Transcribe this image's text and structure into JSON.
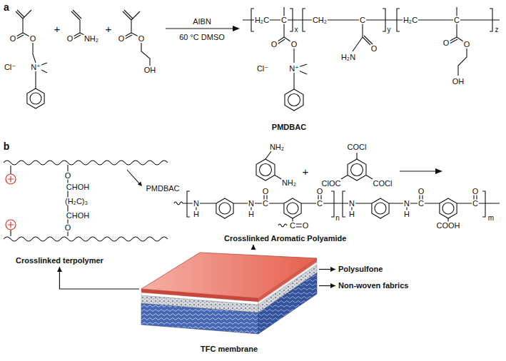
{
  "diagram": {
    "nodes": [
      {
        "text": [
          "Crosslinked terpolymer"
        ]
      },
      {
        "text": [
          "Crosslinked Aromatic Polyamide"
        ]
      },
      {
        "text": [
          "TFC membrane"
        ]
      },
      {
        "text": [
          "Polysulfone"
        ]
      },
      {
        "text": [
          "Non-woven fabrics"
        ]
      }
    ],
    "edges": [
      {
        "from": 2,
        "to": 0,
        "arrow": "to"
      },
      {
        "from": 2,
        "to": 1,
        "arrow": "to"
      },
      {
        "from": 2,
        "to": 3,
        "arrow": "to"
      },
      {
        "from": 2,
        "to": 4,
        "arrow": "to"
      }
    ],
    "labels": [
      "a",
      "O",
      "O",
      "Cl⁻",
      "N⁺",
      "+",
      "O",
      "NH₂",
      "+",
      "O",
      "O",
      "OH",
      "AIBN",
      "60 °C DMSO",
      "H₂C",
      "C",
      "x",
      "CH₂",
      "C",
      "y",
      "H₂C",
      "C",
      "z",
      "O",
      "O",
      "Cl⁻",
      "N⁺",
      "O",
      "H₂N",
      "O",
      "O",
      "OH",
      "PMDBAC",
      "b",
      "O",
      "CHOH",
      "(H₂C)₃",
      "CHOH",
      "O",
      "PMDBAC",
      "NH₂",
      "NH₂",
      "+",
      "COCl",
      "ClOC",
      "COCl",
      "N",
      "H",
      "N",
      "H",
      "C",
      "O",
      "C",
      "O",
      "C",
      "O",
      "n",
      "N",
      "H",
      "N",
      "H",
      "C",
      "O",
      "C",
      "O",
      "COOH",
      "m"
    ]
  }
}
